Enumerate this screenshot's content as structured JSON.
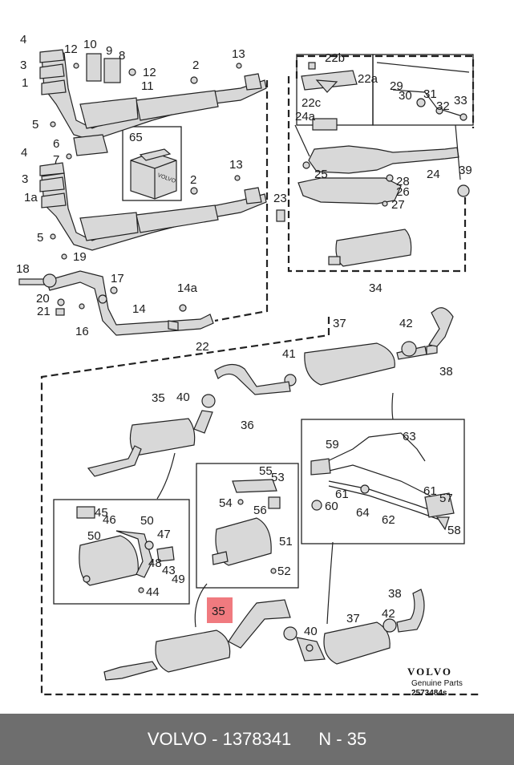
{
  "labels": {
    "l4a": "4",
    "l12a": "12",
    "l10": "10",
    "l9": "9",
    "l8": "8",
    "l12b": "12",
    "l11": "11",
    "l3a": "3",
    "l1": "1",
    "l5a": "5",
    "l2a": "2",
    "l13a": "13",
    "l65": "65",
    "l6": "6",
    "l4b": "4",
    "l7": "7",
    "l3b": "3",
    "l1a": "1a",
    "l5b": "5",
    "l2b": "2",
    "l13b": "13",
    "l23": "23",
    "l18": "18",
    "l19": "19",
    "l17": "17",
    "l20": "20",
    "l21": "21",
    "l16": "16",
    "l14": "14",
    "l14a": "14a",
    "l22": "22",
    "l22b": "22b",
    "l22a": "22a",
    "l22c": "22c",
    "l24a": "24a",
    "l29": "29",
    "l30": "30",
    "l31": "31",
    "l32": "32",
    "l33": "33",
    "l24": "24",
    "l25": "25",
    "l28": "28",
    "l26": "26",
    "l27": "27",
    "l39": "39",
    "l34": "34",
    "l37a": "37",
    "l42a": "42",
    "l38a": "38",
    "l41": "41",
    "l35a": "35",
    "l40a": "40",
    "l36": "36",
    "l59": "59",
    "l63": "63",
    "l60": "60",
    "l61a": "61",
    "l64": "64",
    "l61b": "61",
    "l57": "57",
    "l62": "62",
    "l58": "58",
    "l55": "55",
    "l53": "53",
    "l54": "54",
    "l56": "56",
    "l51": "51",
    "l52": "52",
    "l45": "45",
    "l46": "46",
    "l50a": "50",
    "l50b": "50",
    "l47": "47",
    "l48": "48",
    "l49": "49",
    "l43": "43",
    "l44": "44",
    "l35b": "35",
    "l38b": "38",
    "l42b": "42",
    "l37b": "37",
    "l40b": "40"
  },
  "highlight": {
    "label": "35",
    "color": "#f07a7f"
  },
  "brand": {
    "logo": "VOLVO",
    "line1": "Genuine Parts",
    "line2": "2573484s"
  },
  "box_text": "VOLVO",
  "footer": {
    "brand": "VOLVO",
    "part_number": "1378341",
    "position": "N",
    "callout": "35",
    "dash": "-",
    "background": "#6e6e6e"
  }
}
